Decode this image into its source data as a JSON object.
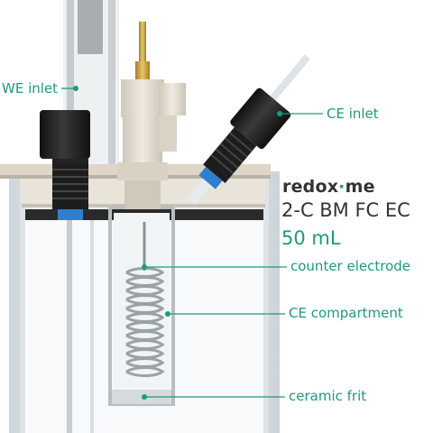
{
  "brand": {
    "part1": "redox",
    "part2": "me"
  },
  "product": {
    "model": "2-C BM FC EC",
    "volume": "50 mL"
  },
  "labels": {
    "we_inlet": "WE inlet",
    "ce_inlet": "CE inlet",
    "counter_electrode": "counter electrode",
    "ce_compartment": "CE compartment",
    "ceramic_frit": "ceramic frit"
  },
  "colors": {
    "accent": "#1f9a7c",
    "cap_blue": "#2f7fd0",
    "cap_black": "#1c1c1c",
    "body_beige": "#e6e0d4",
    "text_dark": "#333333"
  }
}
